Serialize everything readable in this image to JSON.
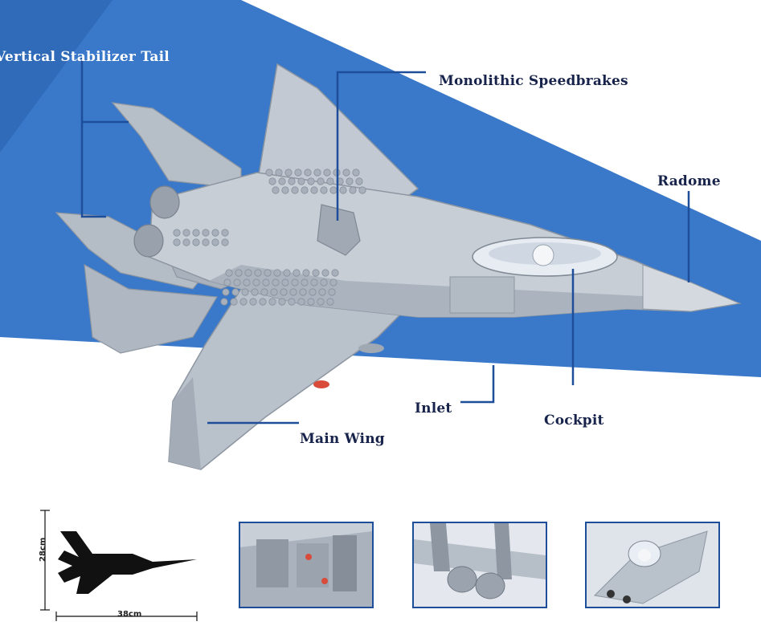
{
  "callouts": {
    "vertical_stabilizer_tail": "Vertical Stabilizer Tail",
    "monolithic_speedbrakes": "Monolithic Speedbrakes",
    "radome": "Radome",
    "inlet": "Inlet",
    "cockpit": "Cockpit",
    "main_wing": "Main Wing"
  },
  "dimensions": {
    "width_label": "38cm",
    "height_label": "28cm"
  },
  "colors": {
    "background_band": "#3a78c9",
    "callout_line": "#1e4d9a",
    "label_text": "#17234a",
    "model_gray": "#b9c1cb",
    "silhouette": "#111111"
  },
  "thumbnails": [
    {
      "icon": "speedbrake-detail-photo"
    },
    {
      "icon": "engine-nozzles-detail-photo"
    },
    {
      "icon": "cockpit-detail-photo"
    }
  ]
}
